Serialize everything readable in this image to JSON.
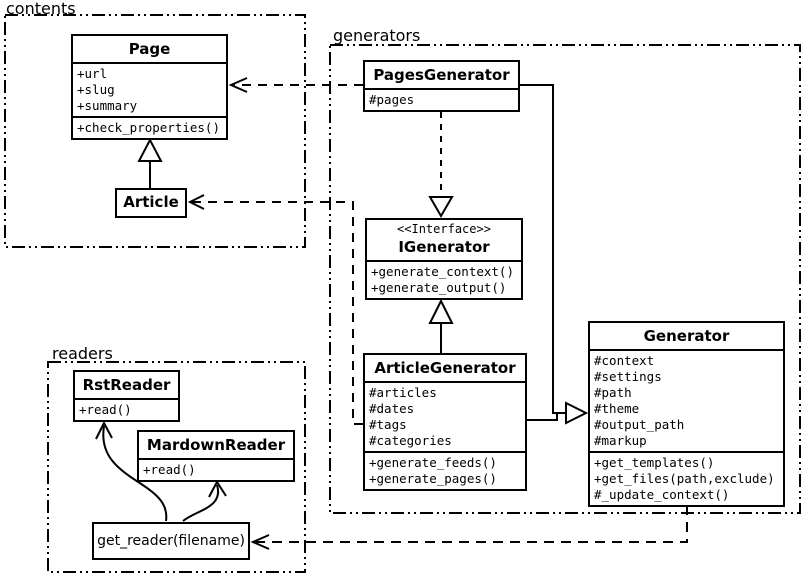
{
  "packages": {
    "contents": {
      "label": "contents"
    },
    "generators": {
      "label": "generators"
    },
    "readers": {
      "label": "readers"
    }
  },
  "classes": {
    "page": {
      "title": "Page",
      "attributes": [
        "+url",
        "+slug",
        "+summary"
      ],
      "methods": [
        "+check_properties()"
      ]
    },
    "article": {
      "title": "Article"
    },
    "pages_generator": {
      "title": "PagesGenerator",
      "attributes": [
        "#pages"
      ]
    },
    "igenerator": {
      "stereotype": "<<Interface>>",
      "title": "IGenerator",
      "methods": [
        "+generate_context()",
        "+generate_output()"
      ]
    },
    "article_generator": {
      "title": "ArticleGenerator",
      "attributes": [
        "#articles",
        "#dates",
        "#tags",
        "#categories"
      ],
      "methods": [
        "+generate_feeds()",
        "+generate_pages()"
      ]
    },
    "generator": {
      "title": "Generator",
      "attributes": [
        "#context",
        "#settings",
        "#path",
        "#theme",
        "#output_path",
        "#markup"
      ],
      "methods": [
        "+get_templates()",
        "+get_files(path,exclude)",
        "#_update_context()"
      ]
    },
    "rst_reader": {
      "title": "RstReader",
      "methods": [
        "+read()"
      ]
    },
    "markdown_reader": {
      "title": "MardownReader",
      "methods": [
        "+read()"
      ]
    },
    "get_reader": {
      "label": "get_reader(filename)"
    }
  },
  "relationships": [
    {
      "from": "Article",
      "to": "Page",
      "type": "generalization"
    },
    {
      "from": "PagesGenerator",
      "to": "Page",
      "type": "dependency"
    },
    {
      "from": "ArticleGenerator",
      "to": "Article",
      "type": "dependency"
    },
    {
      "from": "PagesGenerator",
      "to": "IGenerator",
      "type": "realization"
    },
    {
      "from": "ArticleGenerator",
      "to": "IGenerator",
      "type": "generalization"
    },
    {
      "from": "PagesGenerator",
      "to": "Generator",
      "type": "generalization"
    },
    {
      "from": "ArticleGenerator",
      "to": "Generator",
      "type": "generalization"
    },
    {
      "from": "Generator",
      "to": "get_reader(filename)",
      "type": "dependency"
    },
    {
      "from": "get_reader(filename)",
      "to": "RstReader",
      "type": "arrow"
    },
    {
      "from": "get_reader(filename)",
      "to": "MardownReader",
      "type": "arrow"
    }
  ],
  "colors": {
    "line": "#000000",
    "background": "#ffffff",
    "box_fill": "#ffffff"
  }
}
